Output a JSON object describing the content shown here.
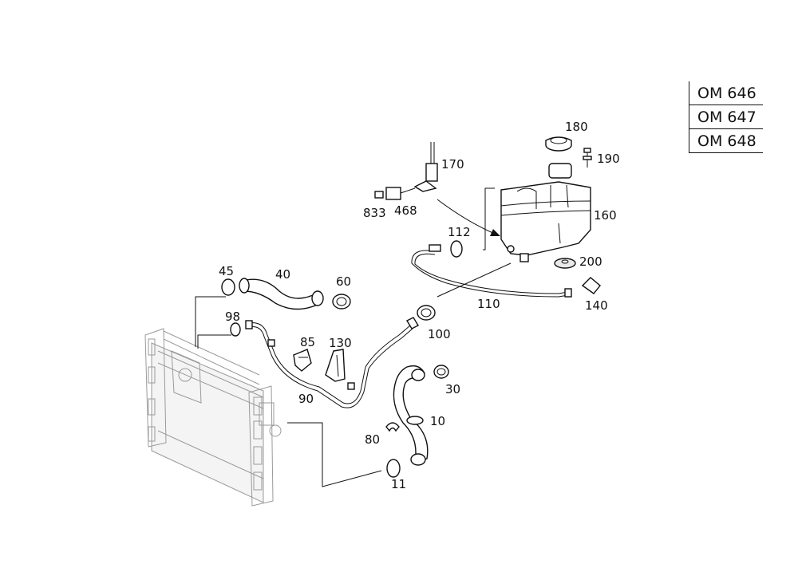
{
  "engine_models": [
    "OM 646",
    "OM 647",
    "OM 648"
  ],
  "callouts": {
    "c180": "180",
    "c190": "190",
    "c170": "170",
    "c160": "160",
    "c833": "833",
    "c468": "468",
    "c112": "112",
    "c200": "200",
    "c110": "110",
    "c140": "140",
    "c45": "45",
    "c40": "40",
    "c60": "60",
    "c98": "98",
    "c85": "85",
    "c130": "130",
    "c100": "100",
    "c90": "90",
    "c30": "30",
    "c10": "10",
    "c80": "80",
    "c11": "11"
  }
}
